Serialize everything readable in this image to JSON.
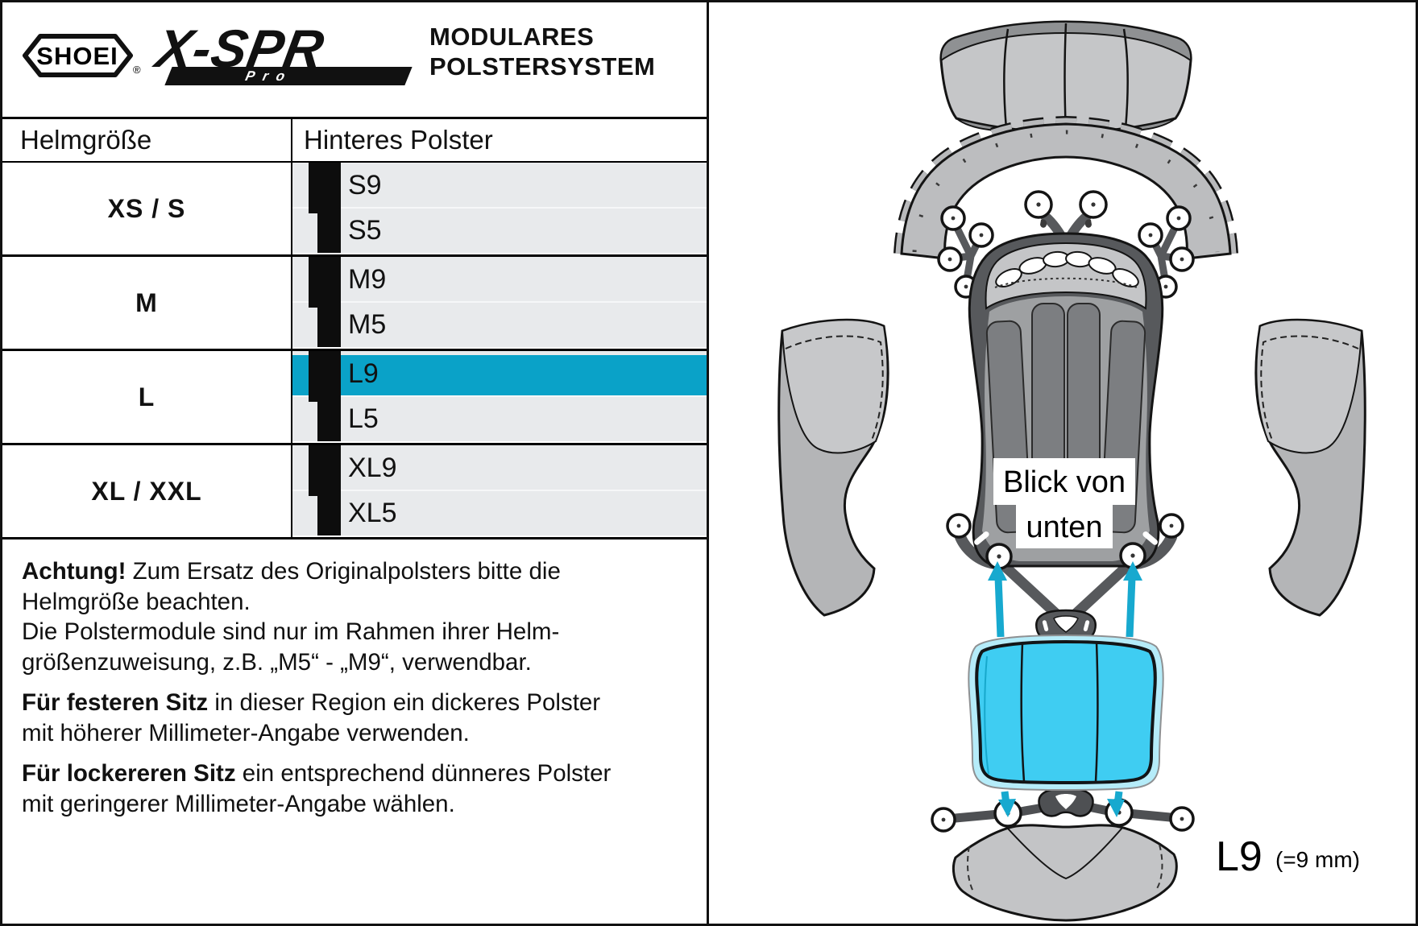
{
  "header": {
    "brand": "SHOEI",
    "brand_reg": "®",
    "model": "X-SPR",
    "model_sub": "Pro",
    "title_line1": "MODULARES",
    "title_line2": "POLSTERSYSTEM"
  },
  "table": {
    "col1_header": "Helmgröße",
    "col2_header": "Hinteres Polster",
    "groups": [
      {
        "size": "XS / S",
        "pads": [
          {
            "label": "S9",
            "thick": true,
            "highlight": false
          },
          {
            "label": "S5",
            "thick": false,
            "highlight": false
          }
        ]
      },
      {
        "size": "M",
        "pads": [
          {
            "label": "M9",
            "thick": true,
            "highlight": false
          },
          {
            "label": "M5",
            "thick": false,
            "highlight": false
          }
        ]
      },
      {
        "size": "L",
        "pads": [
          {
            "label": "L9",
            "thick": true,
            "highlight": true
          },
          {
            "label": "L5",
            "thick": false,
            "highlight": false
          }
        ]
      },
      {
        "size": "XL / XXL",
        "pads": [
          {
            "label": "XL9",
            "thick": true,
            "highlight": false
          },
          {
            "label": "XL5",
            "thick": false,
            "highlight": false
          }
        ]
      }
    ]
  },
  "notes": [
    {
      "bold": "Achtung!",
      "lines": [
        " Zum Ersatz des Originalpolsters bitte die",
        "Helmgröße beachten.",
        "Die Polstermodule sind nur im Rahmen ihrer Helm-",
        "größenzuweisung, z.B. „M5“ - „M9“, verwendbar."
      ]
    },
    {
      "bold": "Für festeren Sitz",
      "lines": [
        " in dieser Region ein dickeres Polster",
        "mit höherer Millimeter-Angabe verwenden."
      ]
    },
    {
      "bold": "Für lockereren Sitz",
      "lines": [
        " ein entsprechend dünneres Polster",
        "mit geringerer Millimeter-Angabe wählen."
      ]
    }
  ],
  "diagram": {
    "view_label_line1": "Blick von",
    "view_label_line2": "unten",
    "part_label": "L9",
    "part_label_detail": "(=9 mm)"
  },
  "colors": {
    "highlight_row": "#0aa2c8",
    "pad_fill": "#3fcdf2",
    "pad_halo": "#b5ecf9",
    "arrow": "#17a9cf",
    "row_bg": "#e8eaec"
  }
}
